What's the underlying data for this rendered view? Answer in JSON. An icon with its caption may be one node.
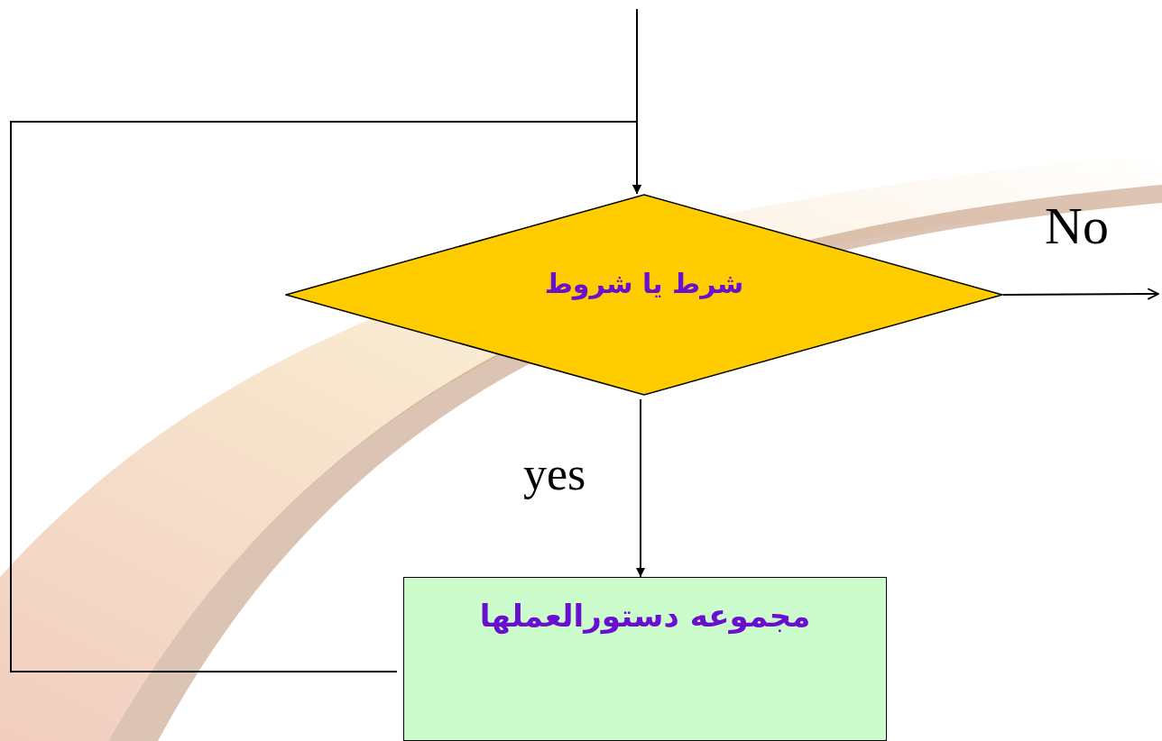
{
  "diagram": {
    "nodes": [
      {
        "text": [
          "شرط یا شروط"
        ]
      },
      {
        "text": [
          "مجموعه دستورالعملها"
        ]
      }
    ],
    "edges": [
      {
        "from": null,
        "to": 0,
        "arrow": "to"
      },
      {
        "from": 1,
        "to": 0,
        "arrow": "to"
      },
      {
        "from": 0,
        "to": null,
        "arrow": "to",
        "label": "No"
      },
      {
        "from": 0,
        "to": 1,
        "arrow": "to",
        "label": "yes"
      }
    ]
  }
}
